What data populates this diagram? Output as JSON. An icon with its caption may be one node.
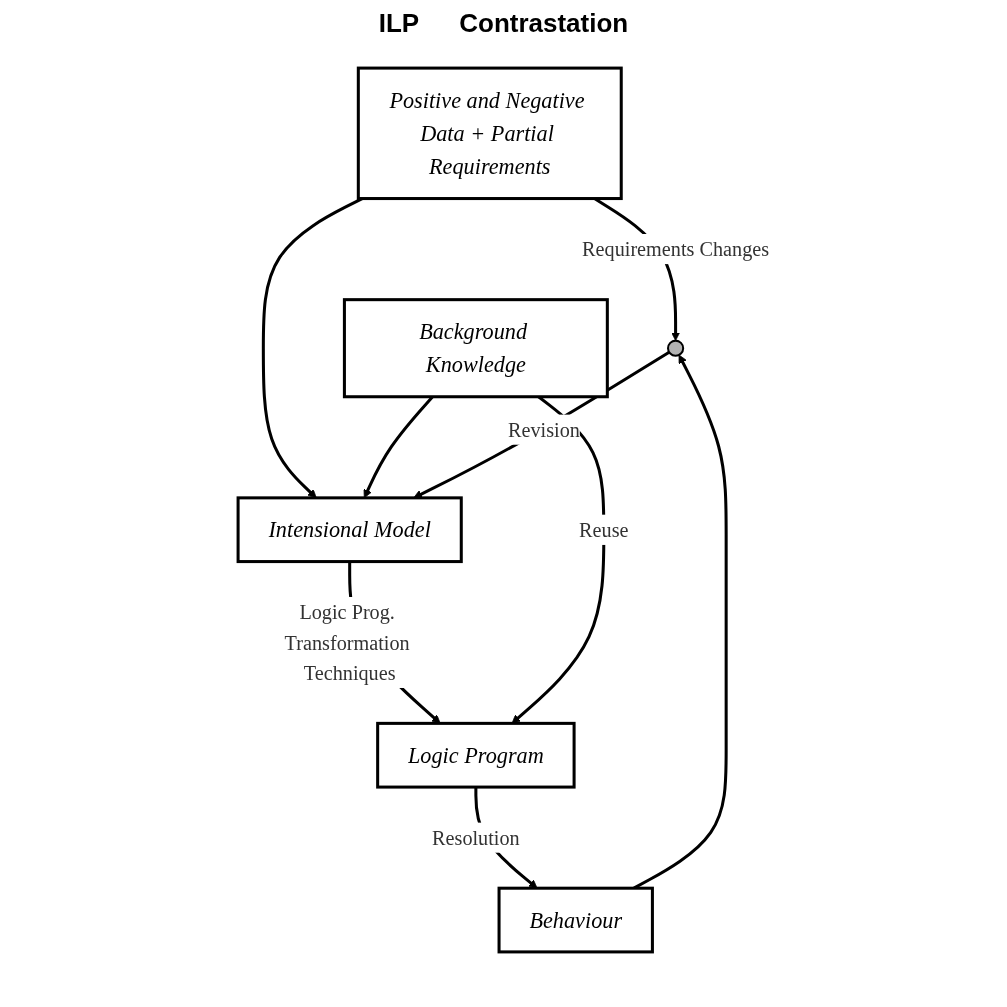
{
  "diagram": {
    "nodes": [
      {
        "text": [
          "Positive and Negative Data + Partial Requirements"
        ]
      },
      {
        "text": [
          "Background Knowledge"
        ]
      },
      {
        "text": [],
        "shape": "circle"
      },
      {
        "text": [
          "Intensional Model"
        ]
      },
      {
        "text": [
          "Logic Program"
        ]
      },
      {
        "text": [
          "Behaviour"
        ]
      }
    ],
    "edges": [
      {
        "from": 0,
        "to": 2,
        "arrow": "to",
        "label": "Requirements Changes"
      },
      {
        "from": 0,
        "to": 3,
        "arrow": "to"
      },
      {
        "from": 1,
        "to": 3,
        "arrow": "to"
      },
      {
        "from": 2,
        "to": 3,
        "arrow": "to",
        "label": "Revision"
      },
      {
        "from": 3,
        "to": 4,
        "arrow": "to",
        "label": "Logic Prog. Transformation Techniques"
      },
      {
        "from": 1,
        "to": 4,
        "arrow": "to",
        "label": "Reuse"
      },
      {
        "from": 4,
        "to": 5,
        "arrow": "to",
        "label": "Resolution"
      },
      {
        "from": 5,
        "to": 2,
        "arrow": "to"
      }
    ],
    "labels": [
      "ILP",
      "Contrastation"
    ]
  }
}
